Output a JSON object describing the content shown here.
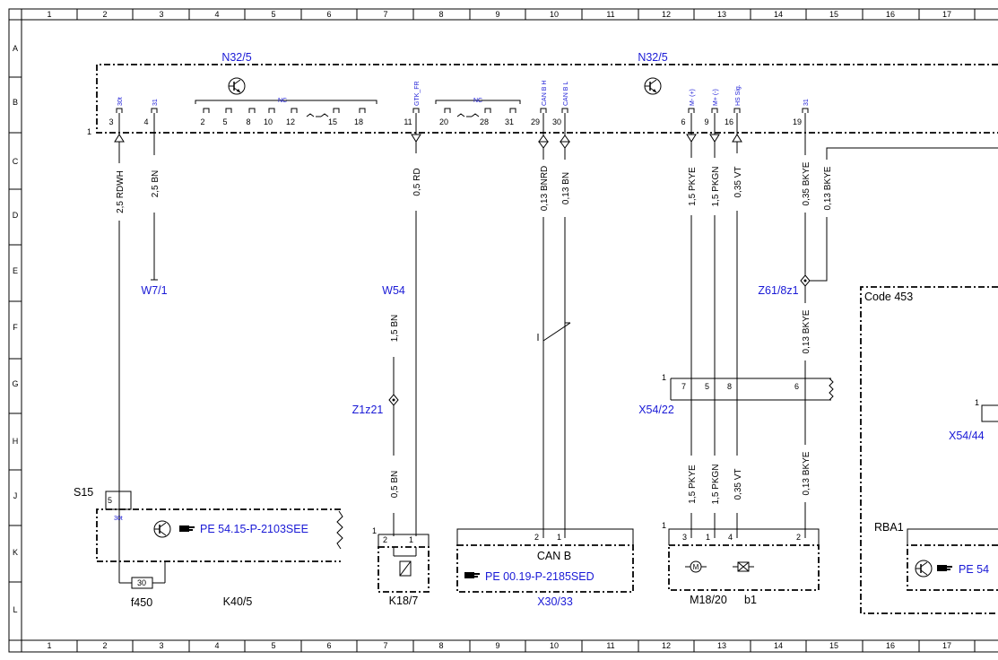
{
  "grid": {
    "columns": [
      "1",
      "2",
      "3",
      "4",
      "5",
      "6",
      "7",
      "8",
      "9",
      "10",
      "11",
      "12",
      "13",
      "14",
      "15",
      "16",
      "17"
    ],
    "rows": [
      "A",
      "B",
      "C",
      "D",
      "E",
      "F",
      "G",
      "H",
      "J",
      "K",
      "L"
    ]
  },
  "components": {
    "n32_5_left": "N32/5",
    "n32_5_right": "N32/5",
    "ground_w7_1": "W7/1",
    "ground_w54": "W54",
    "z1z21": "Z1z21",
    "z61_8z1": "Z61/8z1",
    "x54_22": "X54/22",
    "x54_44": "X54/44",
    "s15": "S15",
    "f450": "f450",
    "k40_5": "K40/5",
    "k18_7": "K18/7",
    "x30_33": "X30/33",
    "m18_20": "M18/20",
    "b1": "b1",
    "code453": "Code 453",
    "rba1": "RBA1",
    "can_b": "CAN B",
    "fuse_value": "30"
  },
  "references": {
    "pe_54_15": "PE 54.15-P-2103SEE",
    "pe_00_19": "PE 00.19-P-2185SED",
    "pe_54_right": "PE 54"
  },
  "connector_n32": {
    "pin_labels": [
      "30t",
      "31",
      "GTK_FR",
      "CAN B H",
      "CAN B L",
      "M- (+)",
      "M+ (-)",
      "HS Sig.",
      "31"
    ],
    "nc_label": "NC",
    "group1_pins": [
      "2",
      "5",
      "8",
      "10",
      "12",
      "15",
      "18"
    ],
    "group2_pins": [
      "20",
      "28",
      "31"
    ],
    "pins": [
      "3",
      "4",
      "11",
      "29",
      "30",
      "6",
      "9",
      "16",
      "19"
    ],
    "block_number": "1"
  },
  "wires": [
    "2,5 RDWH",
    "2,5 BN",
    "0,5 RD",
    "0,13 BNRD",
    "0,13 BN",
    "1,5 PKYE",
    "1,5 PKGN",
    "0,35 VT",
    "0,35 BKYE",
    "0,13 BKYE",
    "1,5 BN",
    "0,5 BN",
    "0,13 BKYE",
    "1,5 PKYE",
    "1,5 PKGN",
    "0,35 VT",
    "0,13 BKYE"
  ],
  "pins": {
    "x54_22": [
      "7",
      "5",
      "8",
      "6"
    ],
    "x54_22_block": "1",
    "x54_44_block": "1",
    "s15_pin": "5",
    "s15_term": "30t",
    "k18_7": [
      "2",
      "1"
    ],
    "k18_7_block": "1",
    "x30_33": [
      "2",
      "1"
    ],
    "m18_20": [
      "3",
      "1",
      "4",
      "2"
    ],
    "m18_20_block": "1"
  },
  "colors": {
    "label_blue": "#1a1ad6",
    "ink": "#000000"
  }
}
